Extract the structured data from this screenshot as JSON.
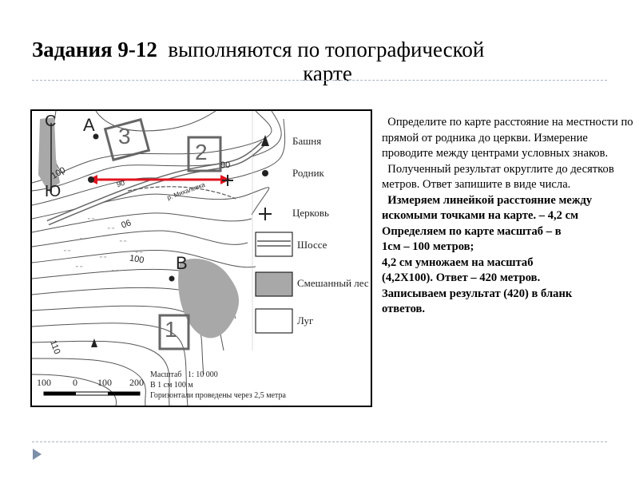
{
  "title": {
    "part1": "Задания 9-12",
    "part2": "выполняются по топографической",
    "part3": "карте"
  },
  "map": {
    "direction_north": "С",
    "direction_south": "Ю",
    "point_a": "А",
    "point_b": "В",
    "square_1": "1",
    "square_2": "2",
    "square_3": "3",
    "contour_labels": [
      "100",
      "90",
      "06",
      "100",
      "110",
      "90"
    ],
    "river_label": "р. Михалевка",
    "scale_ticks": [
      "100",
      "0",
      "100",
      "200"
    ],
    "scale_text": [
      "Масштаб   1: 10 000",
      "В 1 см 100 м",
      "Горизонтали проведены через 2,5 метра"
    ]
  },
  "legend": {
    "tower": "Башня",
    "spring": "Родник",
    "church": "Церковь",
    "highway": "Шоссе",
    "forest": "Смешанный лес",
    "meadow": "Луг"
  },
  "task": {
    "para1": "Определите по карте расстояние на местности по прямой от родника до церкви. Измерение проводите между центрами условных знаков.",
    "para2": "Полученный результат округлите до десятков метров. Ответ запишите в виде числа.",
    "solution": [
      "Измеряем линейкой расстояние между",
      "искомыми точками на карте. – 4,2 см",
      "Определяем по карте масштаб – в",
      "1см – 100 метров;",
      "4,2 см умножаем на масштаб",
      "(4,2X100). Ответ – 420 метров.",
      "Записываем результат (420) в бланк",
      "ответов."
    ]
  },
  "colors": {
    "arrow": "#e0141e",
    "divider": "#a9b4c0",
    "forest_fill": "#a8a8a8"
  }
}
